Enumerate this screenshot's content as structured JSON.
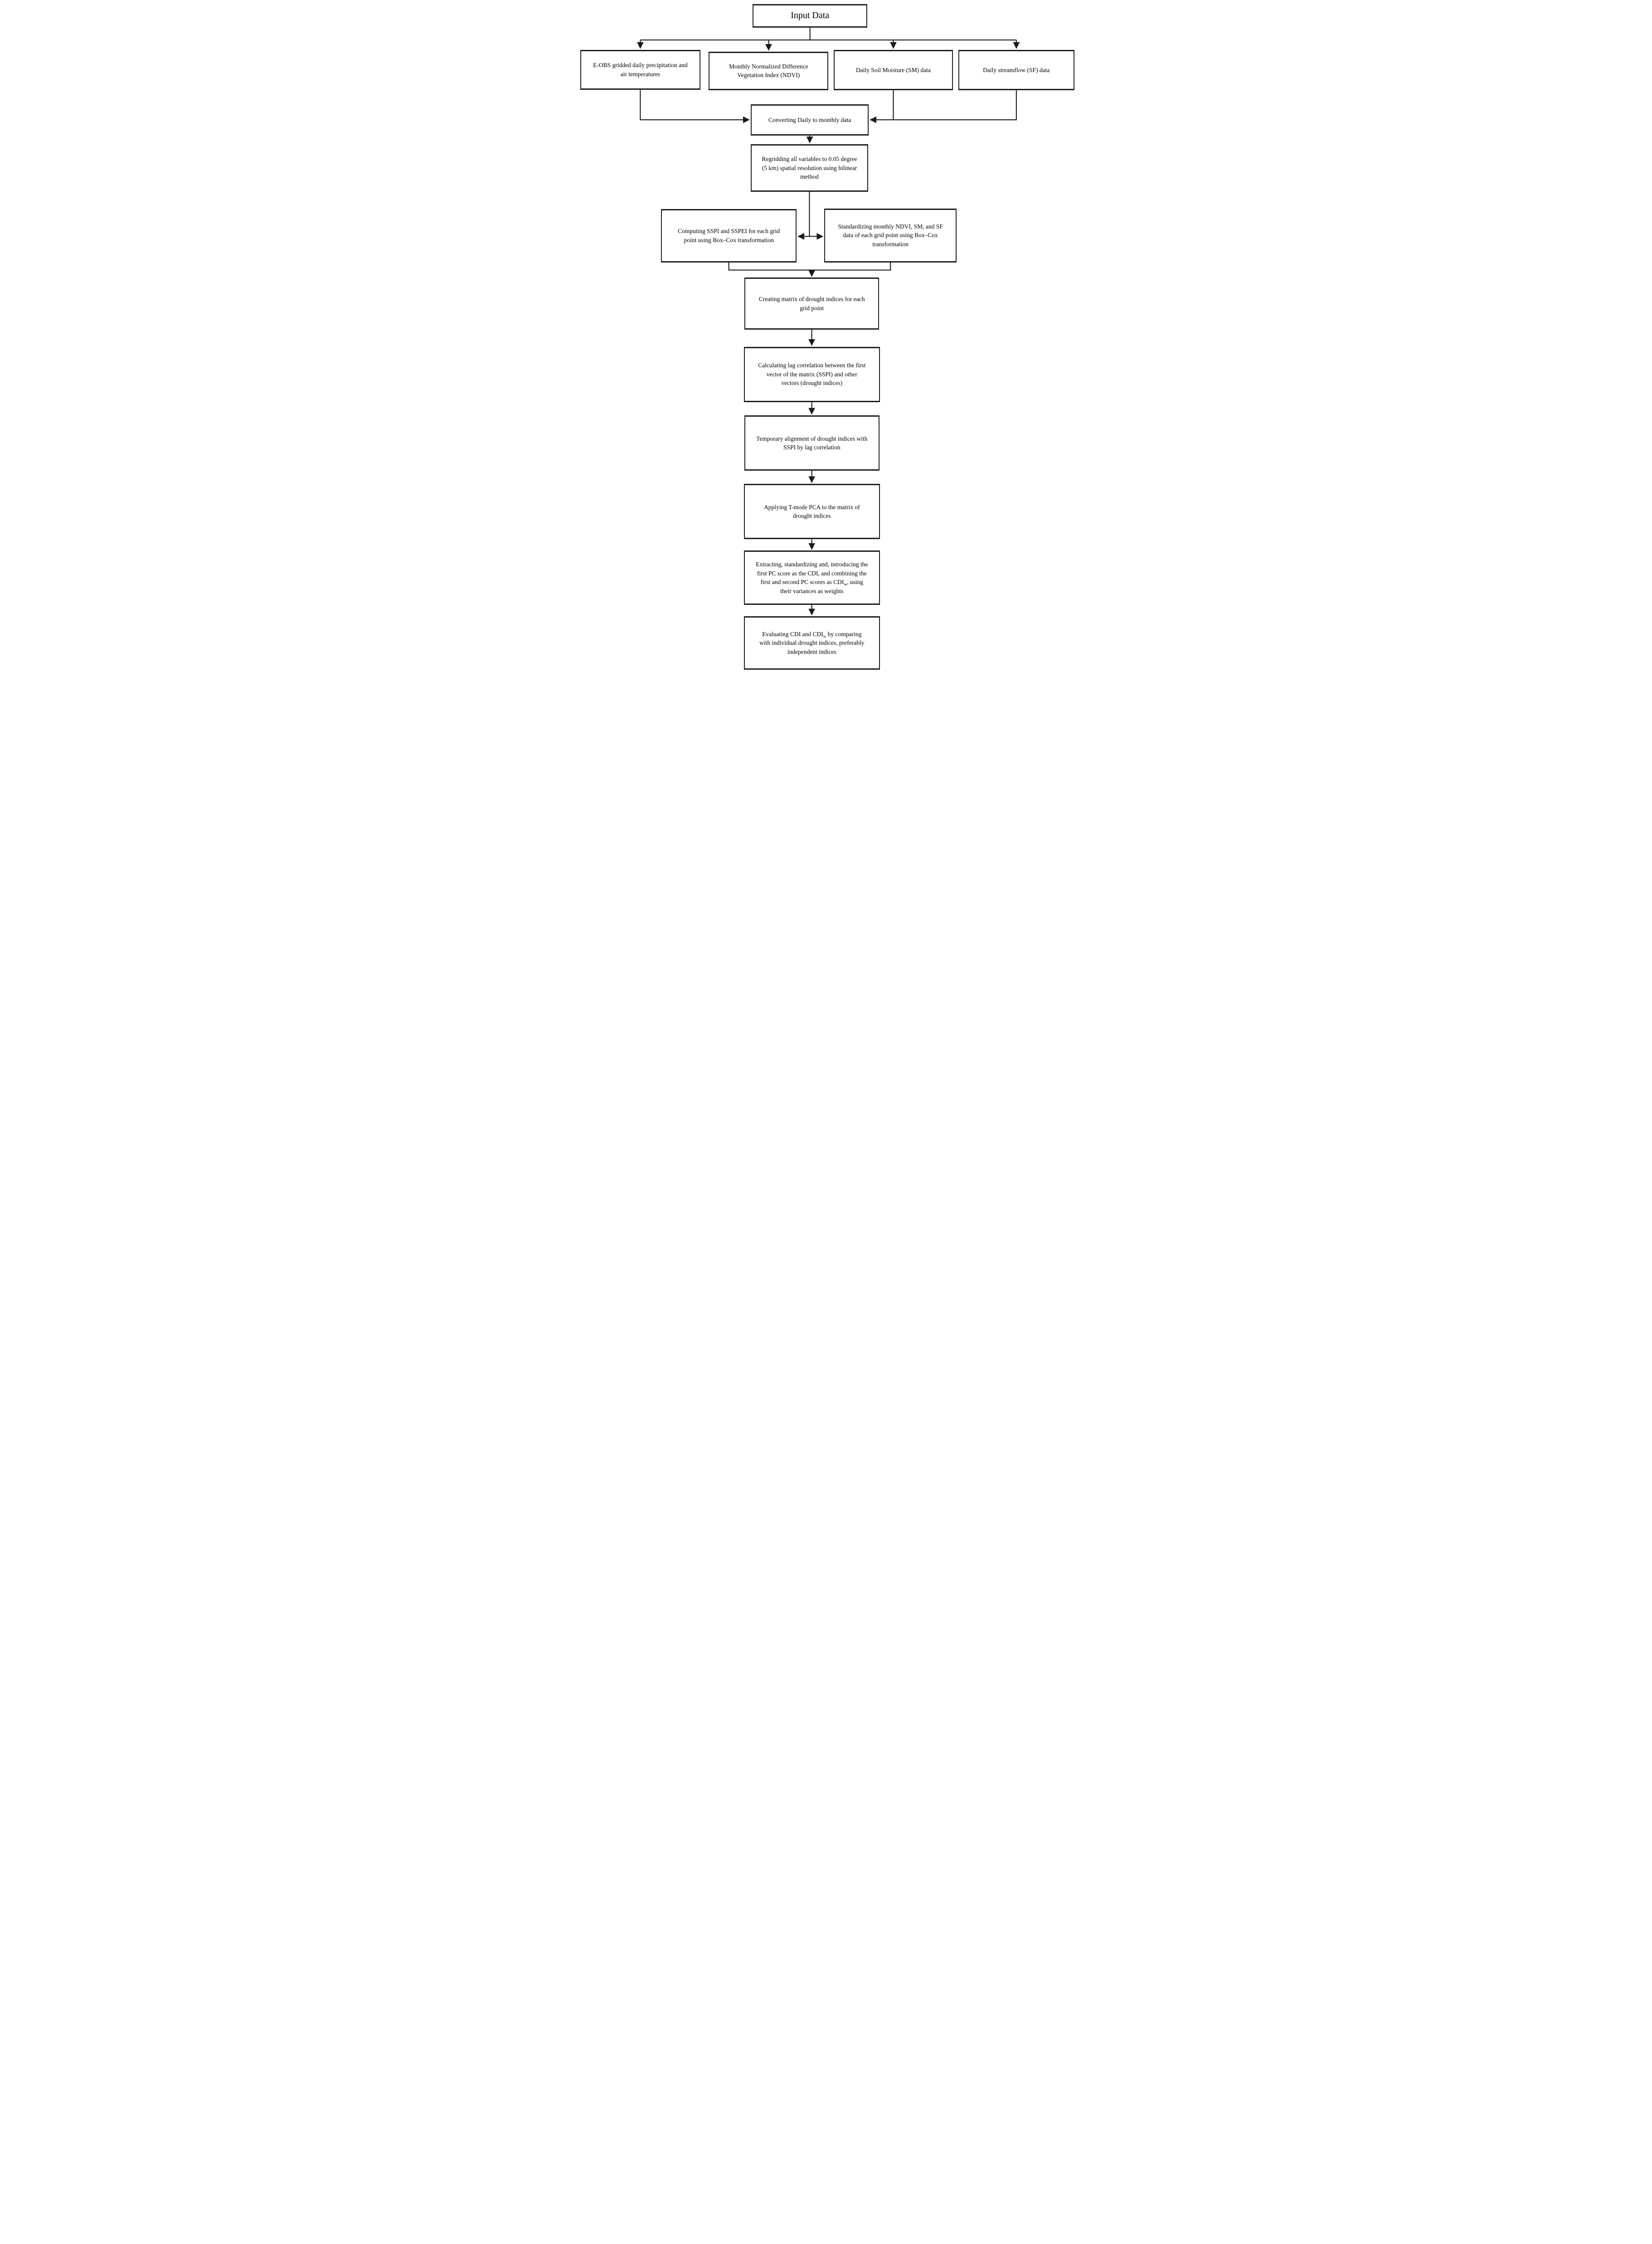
{
  "figure": {
    "type": "flowchart",
    "description": "Methodology flowchart for computing combined drought indices (CDI) from input climate data"
  },
  "boxes": {
    "input_data": "Input Data",
    "eobs": "E-OBS gridded daily precipitation  and\nair temperatures",
    "ndvi": "Monthly Normalized Difference\nVegetation Index (NDVI)",
    "soil_moisture": "Daily Soil Moisture (SM) data",
    "streamflow": "Daily streamflow (SF) data",
    "converting": "Converting Daily  to monthly data",
    "regridding": "Regridding all variables to 0.05 degree\n(5 km) spatial resolution using bilinear\nmethod",
    "computing": "Computing SSPI and SSPEI for each grid\npoint using Box–Cox transformation",
    "standardizing": "Standardizing monthly NDVI, SM, and SF\ndata of each grid point using Box–Cox\ntransformation",
    "creating_matrix": "Creating matrix of drought indices for each\ngrid point",
    "lag_correlation": "Calculating lag correlation between the first\nvector of the matrix (SSPI) and other\nvectors (drought indices)",
    "temporal_alignment": "Temporary alignment of drought indices with\nSSPI by lag correlation",
    "tmode_pca": "Applying T-mode PCA to the matrix of\ndrought indices",
    "extracting": {
      "pre": "Extracting, standardizing and, introducing the\nfirst PC score as the CDI, and combining the\nfirst and second PC scores as CDI",
      "sub": "w",
      "post": ", using\ntheir variances as weights"
    },
    "evaluating": {
      "pre": "Evaluating CDI and CDI",
      "sub": "w",
      "post": " by comparing\nwith individual drought indices, preferably\nindependent indices"
    }
  },
  "colors": {
    "background": "#ffffff",
    "line": "#1a1a1a",
    "box_border": "#1f1f1f",
    "text": "#000000"
  }
}
